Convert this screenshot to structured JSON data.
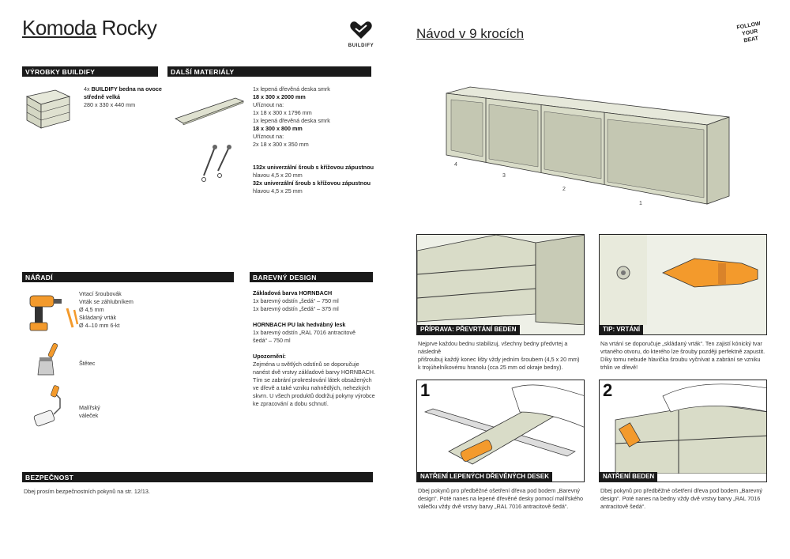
{
  "header": {
    "title_part1": "Komoda",
    "title_part2": "Rocky",
    "brand": "BUILDIFY",
    "steps_title": "Návod v 9 krocích",
    "follow_badge": [
      "FOLLOW",
      "YOUR",
      "BEAT"
    ]
  },
  "colors": {
    "accent": "#f39a2c",
    "bar": "#1a1a1a",
    "wood": "#d9dcc8"
  },
  "products": {
    "heading": "VÝROBKY BUILDIFY",
    "qty": "4x",
    "name": "BUILDIFY bedna na ovoce",
    "name2": "středně velká",
    "dims": "280 x 330 x 440 mm"
  },
  "materials": {
    "heading": "DALŠÍ MATERIÁLY",
    "l1": "1x lepená dřevěná deska smrk",
    "l2": "18 x 300 x 2000 mm",
    "l3": "Uříznout na:",
    "l4": "1x 18 x 300 x 1796 mm",
    "l5": "1x lepená dřevěná deska smrk",
    "l6": "18 x 300 x 800 mm",
    "l7": "Uříznout na:",
    "l8": "2x 18 x 300 x 350 mm",
    "s1": "132x univerzální šroub s křížovou zápustnou",
    "s2": "hlavou 4,5 x 20 mm",
    "s3": "32x univerzální šroub s křížovou zápustnou",
    "s4": "hlavou 4,5 x 25 mm"
  },
  "tools": {
    "heading": "NÁŘADÍ",
    "t1": "Vrtací šroubovák",
    "t2": "Vrták se záhlubníkem",
    "t3": "Ø 4,5 mm",
    "t4": "Skládaný vrták",
    "t5": "Ø 4–10 mm 6-kt",
    "brush": "Štětec",
    "roller1": "Malířský",
    "roller2": "váleček"
  },
  "design": {
    "heading": "BAREVNÝ DESIGN",
    "base_title": "Základová barva HORNBACH",
    "base1": "1x barevný odstín „šedá“ – 750 ml",
    "base2": "1x barevný odstín „šedá“ – 375 ml",
    "pu_title": "HORNBACH PU lak hedvábný lesk",
    "pu1": "1x barevný odstín „RAL 7016 antracitově",
    "pu2": "šedá“ – 750 ml",
    "note_title": "Upozornění:",
    "n1": "Zejména u světlých odstínů se doporučuje",
    "n2": "nanést dvě vrstvy základové barvy HORNBACH.",
    "n3": "Tím se zabrání prokreslování látek obsažených",
    "n4": "ve dřevě a také vzniku nahnědlých, nehezkých",
    "n5": "skvrn. U všech produktů dodržuj pokyny výrobce",
    "n6": "ke zpracování a dobu schnutí."
  },
  "safety": {
    "heading": "BEZPEČNOST",
    "text": "Dbej prosím bezpečnostních pokynů na str. 12/13."
  },
  "overview_labels": [
    "1",
    "2",
    "3",
    "4"
  ],
  "steps": {
    "prep": {
      "caption": "PŘÍPRAVA: PŘEVRTÁNÍ BEDEN",
      "t1": "Nejprve každou bednu stabilizuj, všechny bedny předvrtej a následně",
      "t2": "přišroubuj každý konec lišty vždy jedním šroubem (4,5 x 20 mm)",
      "t3": "k trojúhelníkovému hranolu (cca 25 mm od okraje bedny)."
    },
    "tip": {
      "caption": "TIP: VRTÁNÍ",
      "t1": "Na vrtání se doporučuje „skládaný vrták“. Ten zajistí kónický tvar",
      "t2": "vrtaného otvoru, do kterého lze šrouby později perfektně zapustit.",
      "t3": "Díky tomu nebude hlavička šroubu vyčnívat a zabrání se vzniku",
      "t4": "trhlin ve dřevě!"
    },
    "s1": {
      "num": "1",
      "caption": "NATŘENÍ LEPENÝCH DŘEVĚNÝCH DESEK",
      "t1": "Dbej pokynů pro předběžné ošetření dřeva pod bodem „Barevný",
      "t2": "design“. Poté nanes na lepené dřevěné desky pomocí malířského",
      "t3": "válečku vždy dvě vrstvy barvy „RAL 7016 antracitově šedá“."
    },
    "s2": {
      "num": "2",
      "caption": "NATŘENÍ BEDEN",
      "t1": "Dbej pokynů pro předběžné ošetření dřeva pod bodem „Barevný",
      "t2": "design“. Poté nanes na bedny vždy dvě vrstvy barvy „RAL 7016",
      "t3": "antracitově šedá“."
    }
  }
}
